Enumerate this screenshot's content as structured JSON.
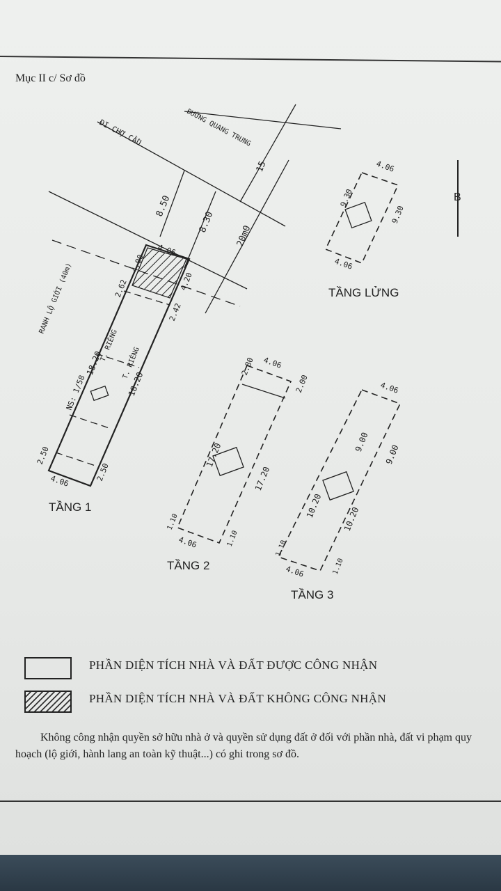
{
  "section_title": "Mục II c/ Sơ đồ",
  "north_label": "B",
  "road_labels": {
    "di_cho_cau": "ĐI CHỢ CẦU",
    "duong_quang_trung": "ĐƯỜNG QUANG TRUNG",
    "ranh_lo_gioi": "RANH LỘ GIỚI (40m)",
    "ns": "NS: 1/58",
    "t_rieng_1": "T. RIÊNG",
    "t_rieng_2": "T. RIÊNG"
  },
  "dimensions": {
    "d15": "15",
    "d20m": "20m0",
    "d850": "8.50",
    "d830": "8.30",
    "d400": "4.00",
    "d406a": "4.06",
    "d420": "4.20",
    "d262": "2.62",
    "d242": "2.42",
    "d1820a": "18.20",
    "d1820b": "18.20",
    "d250a": "2.50",
    "d250b": "2.50",
    "d406b": "4.06",
    "l406a": "4.06",
    "l930a": "9.30",
    "l930b": "9.30",
    "l406b": "4.06",
    "t2_406a": "4.06",
    "t2_280": "2.80",
    "t2_200": "2.00",
    "t2_1720a": "17.20",
    "t2_1720b": "17.20",
    "t2_110a": "1.10",
    "t2_110b": "1.10",
    "t2_406b": "4.06",
    "t3_406a": "4.06",
    "t3_900a": "9.00",
    "t3_900b": "9.00",
    "t3_1020a": "10.20",
    "t3_1020b": "10.20",
    "t3_110a": "1.10",
    "t3_110b": "1.10",
    "t3_406b": "4.06"
  },
  "floors": {
    "tang1": "TẦNG 1",
    "tang2": "TẦNG 2",
    "tang3": "TẦNG 3",
    "tang_lung": "TẦNG LỬNG"
  },
  "legend": {
    "recognized": "PHẦN DIỆN TÍCH NHÀ VÀ ĐẤT ĐƯỢC CÔNG NHẬN",
    "not_recognized": "PHẦN DIỆN TÍCH NHÀ VÀ ĐẤT KHÔNG CÔNG NHẬN"
  },
  "note": "Không công nhận quyền sở hữu nhà ở và quyền sử dụng đất ở đối với phần nhà, đất vi phạm quy hoạch (lộ giới, hành lang an toàn kỹ thuật...) có ghi trong sơ đồ."
}
